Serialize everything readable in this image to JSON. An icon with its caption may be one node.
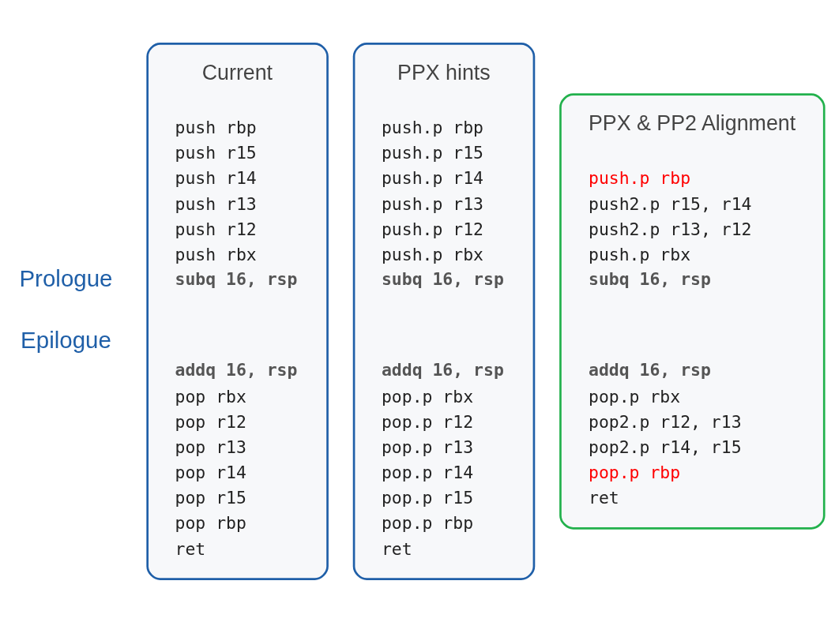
{
  "diagram": {
    "nodes": [
      {
        "text": [
          "Current",
          "push rbp",
          "push r15",
          "push r14",
          "push r13",
          "push r12",
          "push rbx",
          "subq 16, rsp",
          "addq 16, rsp",
          "pop rbx",
          "pop r12",
          "pop r13",
          "pop r14",
          "pop r15",
          "pop rbp",
          "ret"
        ]
      },
      {
        "text": [
          "PPX hints",
          "push.p rbp",
          "push.p r15",
          "push.p r14",
          "push.p r13",
          "push.p r12",
          "push.p rbx",
          "subq 16, rsp",
          "addq 16, rsp",
          "pop.p rbx",
          "pop.p r12",
          "pop.p r13",
          "pop.p r14",
          "pop.p r15",
          "pop.p rbp",
          "ret"
        ]
      },
      {
        "text": [
          "PPX & PP2 Alignment",
          "push.p rbp",
          "push2.p r15, r14",
          "push2.p r13, r12",
          "push.p rbx",
          "subq 16, rsp",
          "addq 16, rsp",
          "pop.p rbx",
          "pop2.p r12, r13",
          "pop2.p r14, r15",
          "pop.p rbp",
          "ret"
        ]
      }
    ],
    "edges": [],
    "labels": [
      "Prologue",
      "Epilogue"
    ]
  }
}
